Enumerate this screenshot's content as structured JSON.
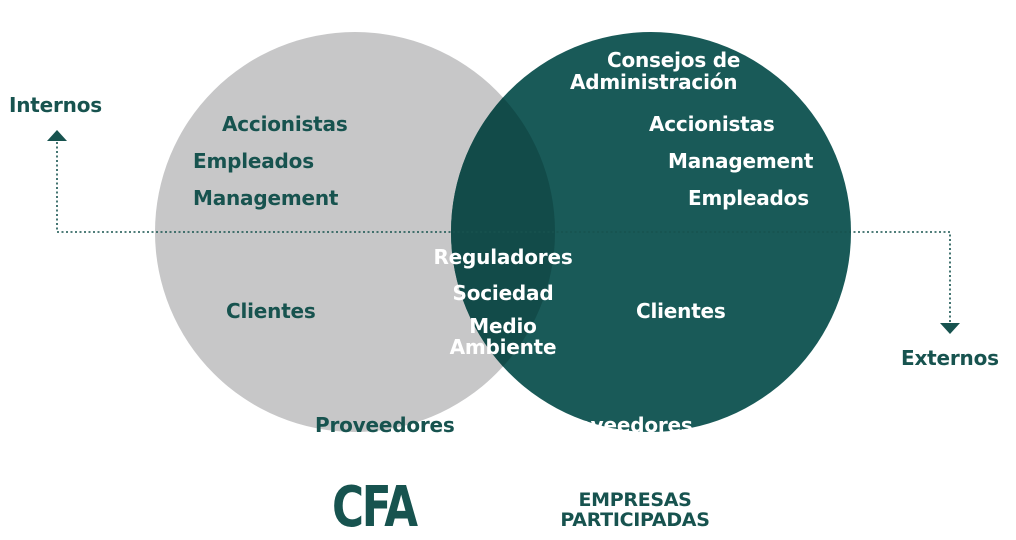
{
  "colors": {
    "left_circle": "#c7c7c8",
    "right_circle": "#195a58",
    "intersection": "#124b49",
    "text_dark": "#17534f",
    "text_light": "#ffffff",
    "axis_line": "#17534f"
  },
  "axis": {
    "internos": "Internos",
    "externos": "Externos"
  },
  "left_circle": {
    "name": "CFA",
    "accionistas": "Accionistas",
    "empleados": "Empleados",
    "management": "Management",
    "clientes": "Clientes",
    "proveedores": "Proveedores"
  },
  "right_circle": {
    "name_line1": "EMPRESAS",
    "name_line2": "PARTICIPADAS",
    "consejos_line1": "Consejos de",
    "consejos_line2": "Administración",
    "accionistas": "Accionistas",
    "management": "Management",
    "empleados": "Empleados",
    "clientes": "Clientes",
    "proveedores": "Proveedores"
  },
  "intersection": {
    "reguladores": "Reguladores",
    "sociedad": "Sociedad",
    "medio_line1": "Medio",
    "medio_line2": "Ambiente"
  }
}
